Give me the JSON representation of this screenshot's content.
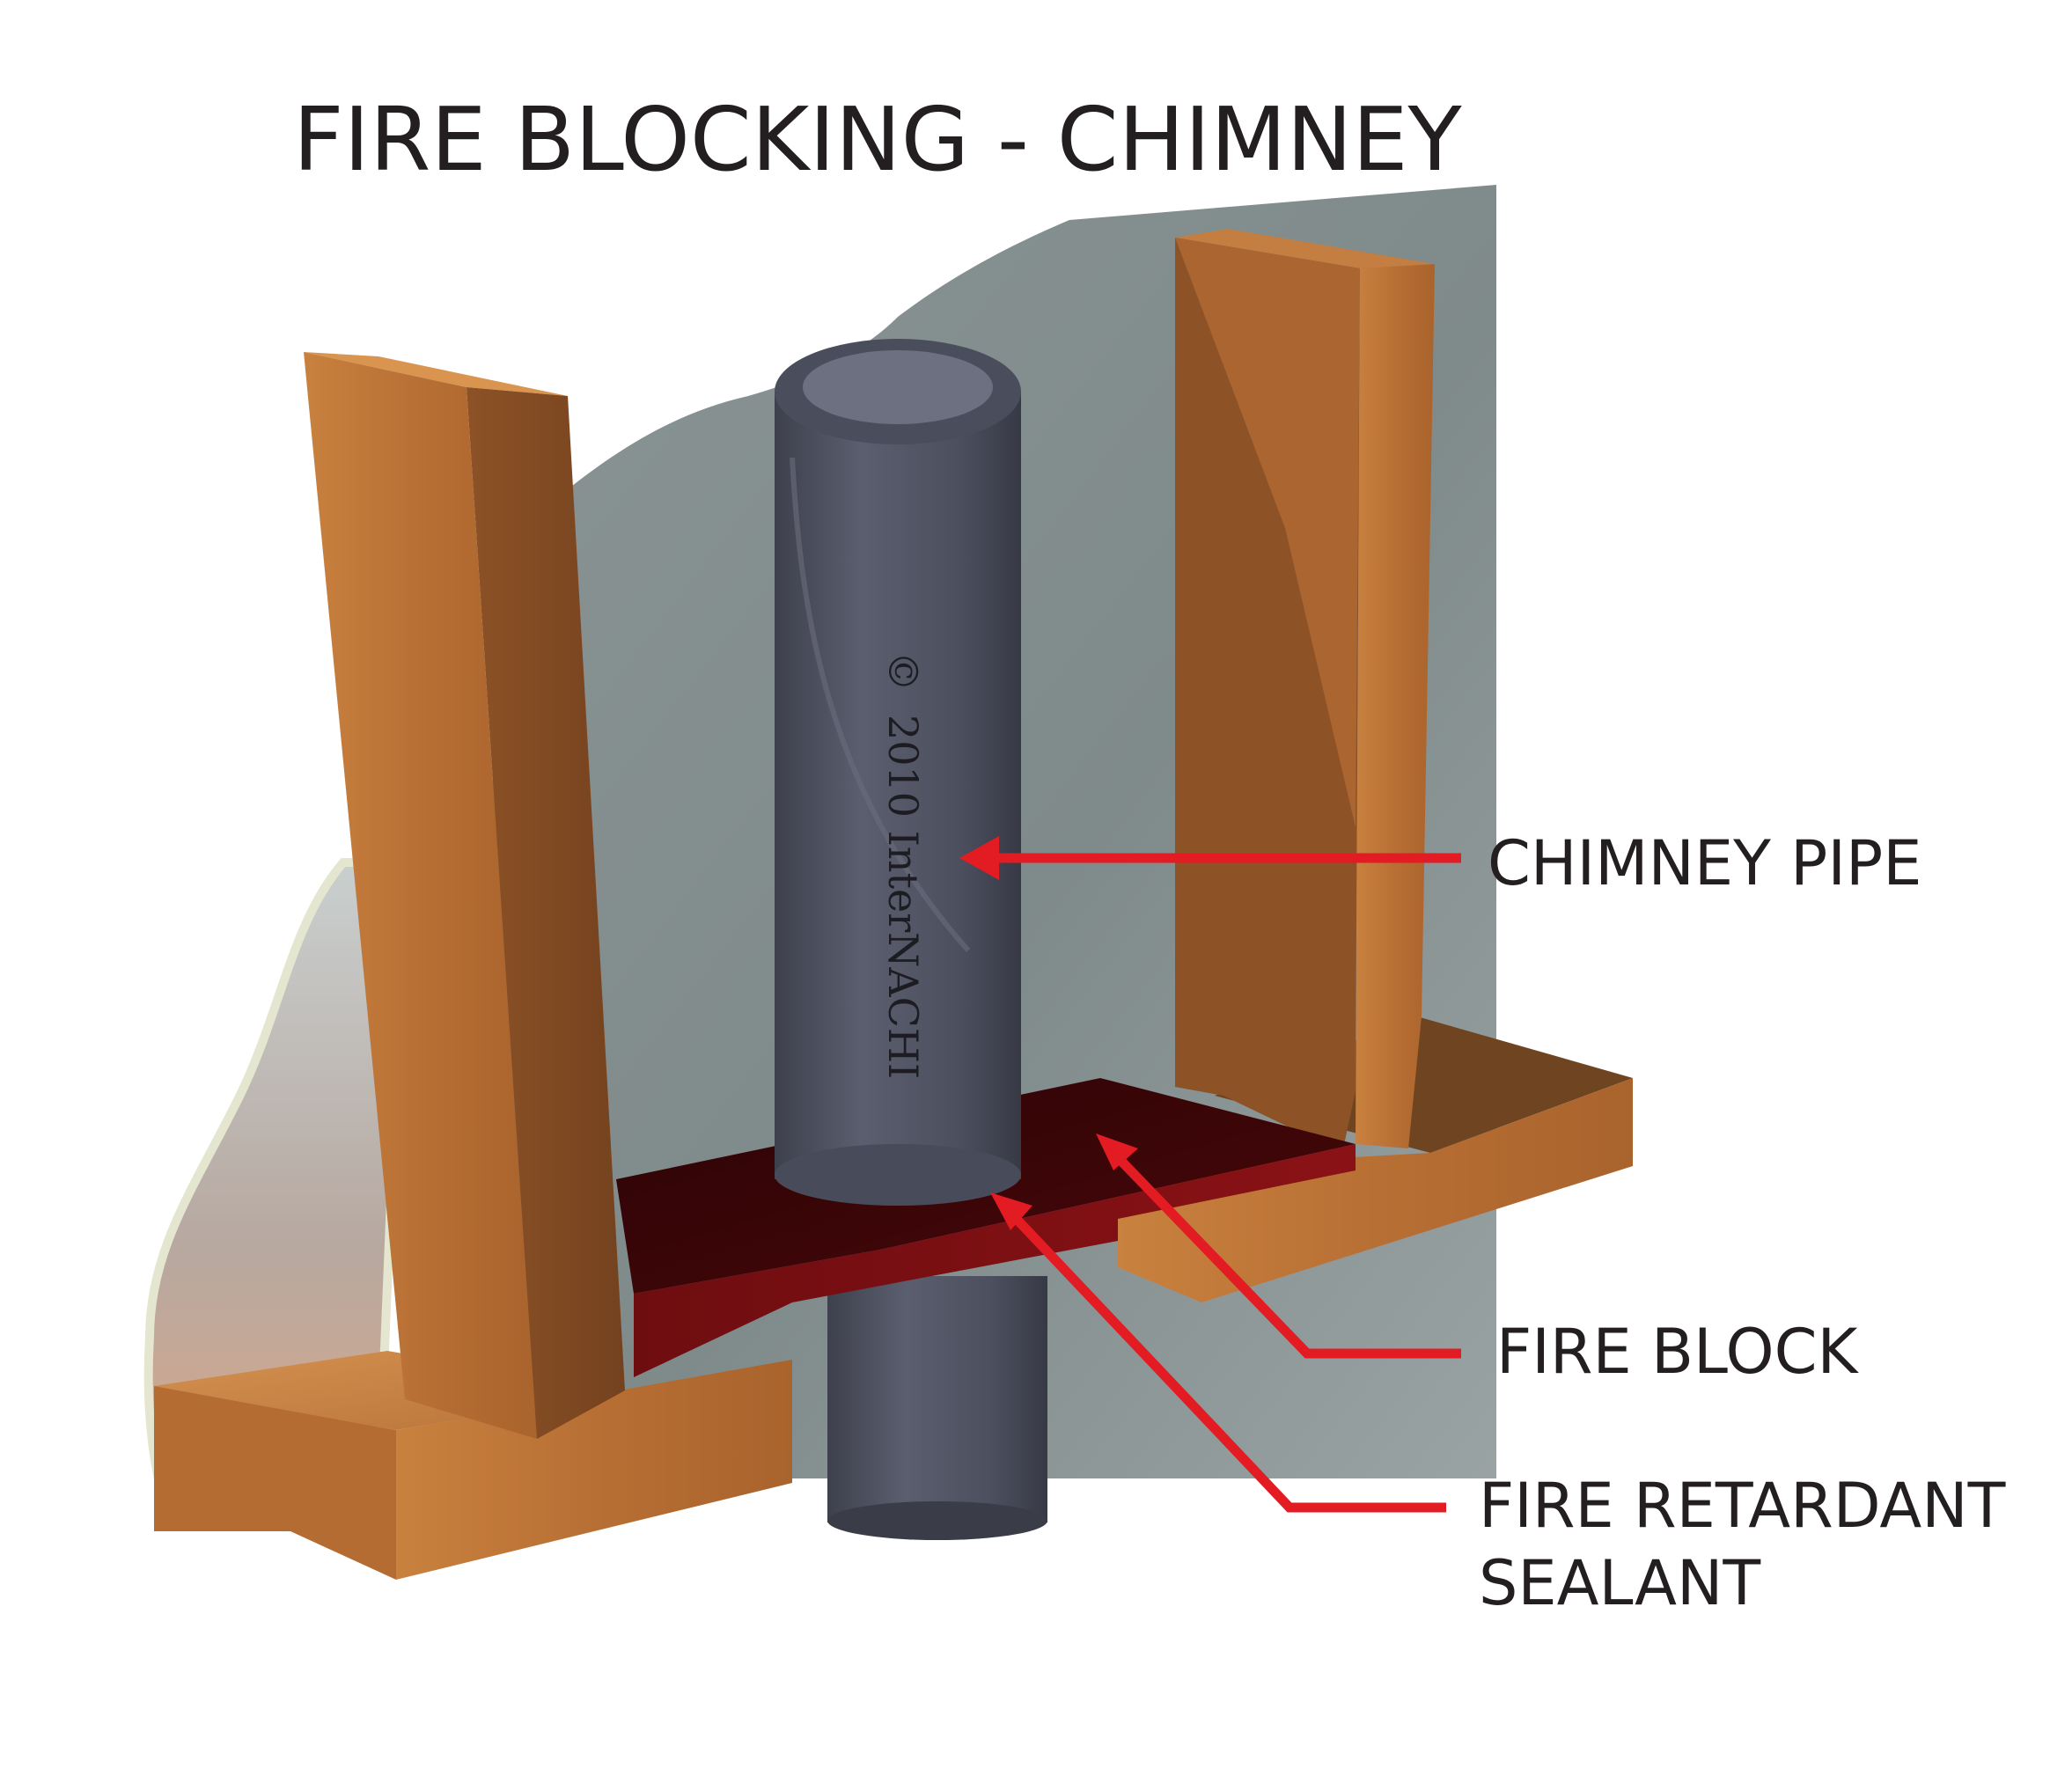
{
  "title": "FIRE BLOCKING - CHIMNEY",
  "watermark": {
    "symbol": "©",
    "text": "2010  InterNACHI"
  },
  "labels": {
    "chimney_pipe": "CHIMNEY PIPE",
    "fire_block": "FIRE BLOCK",
    "sealant_line1": "FIRE RETARDANT",
    "sealant_line2": "SEALANT"
  },
  "colors": {
    "leader_line": "#e31b23",
    "wood": "#b86e33",
    "pipe": "#4f5160",
    "fire_block": "#5a0a0c",
    "drywall": "#7e8a8a",
    "text": "#231f20"
  }
}
